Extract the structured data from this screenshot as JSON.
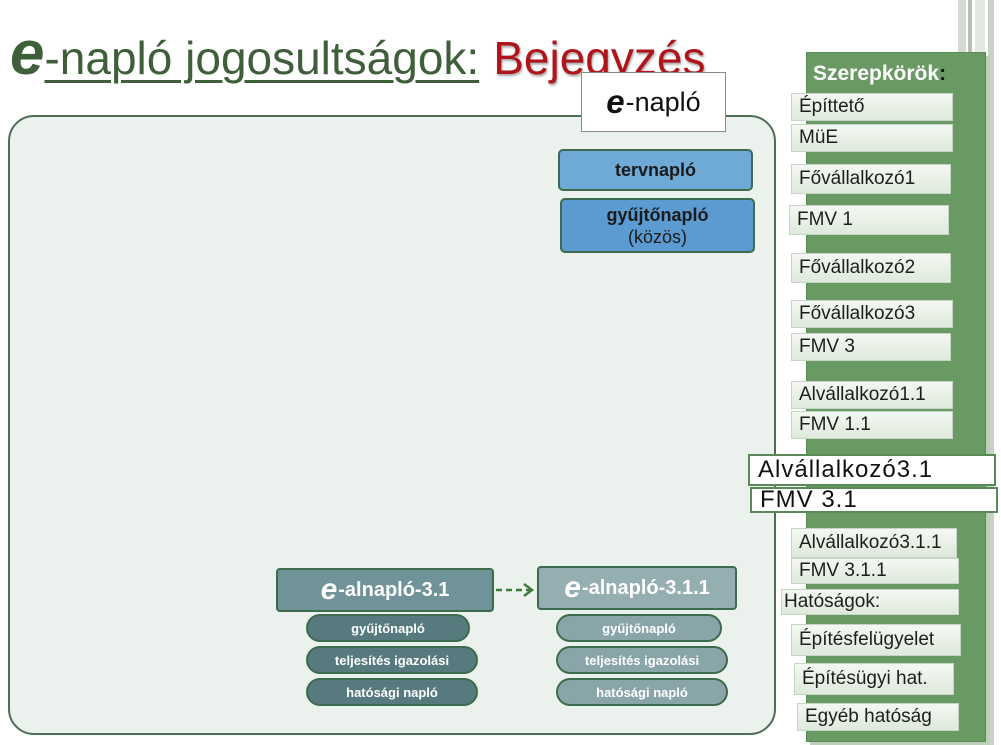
{
  "title": {
    "e_letter": "e",
    "part1": "-napló jogosultságok:",
    "part2": "Bejegyzés"
  },
  "enaplo": {
    "e_letter": "e",
    "label": "-napló"
  },
  "blue_boxes": {
    "tervnaplo": "tervnapló",
    "gyujtonaplo_line1": "gyűjtőnapló",
    "gyujtonaplo_line2": "(közös)"
  },
  "alnaplo_left": {
    "e_letter": "e",
    "label": "-alnapló-3.1",
    "pills": [
      "gyűjtőnapló",
      "teljesítés igazolási",
      "hatósági napló"
    ]
  },
  "alnaplo_right": {
    "e_letter": "e",
    "label": "-alnapló-3.1.1",
    "pills": [
      "gyűjtőnapló",
      "teljesítés igazolási",
      "hatósági napló"
    ]
  },
  "roles": {
    "header": "Szerepkörök",
    "header_colon": ":",
    "items": [
      "Építtető",
      "MüE",
      "Fővállalkozó1",
      "FMV 1",
      "Fővállalkozó2",
      "Fővállalkozó3",
      "FMV 3",
      "Alvállalkozó1.1",
      "FMV 1.1",
      "Alvállalkozó3.1",
      "FMV 3.1",
      "Alvállalkozó3.1.1",
      "FMV 3.1.1",
      "Hatóságok:",
      "Építésfelügyelet",
      "Építésügyi hat.",
      "Egyéb hatóság"
    ]
  },
  "colors": {
    "title_green": "#3f5e3a",
    "title_red": "#b0141b",
    "panel_bg": "#ebf1ec",
    "roles_green": "#6a9a64",
    "box_blue_light": "#6fa9d6",
    "box_blue_dark": "#5b9bd2",
    "alnaplo_left": "#6f9398",
    "alnaplo_right": "#95aeb1",
    "pill_left": "#577a7f",
    "pill_right": "#8aa5a9"
  }
}
